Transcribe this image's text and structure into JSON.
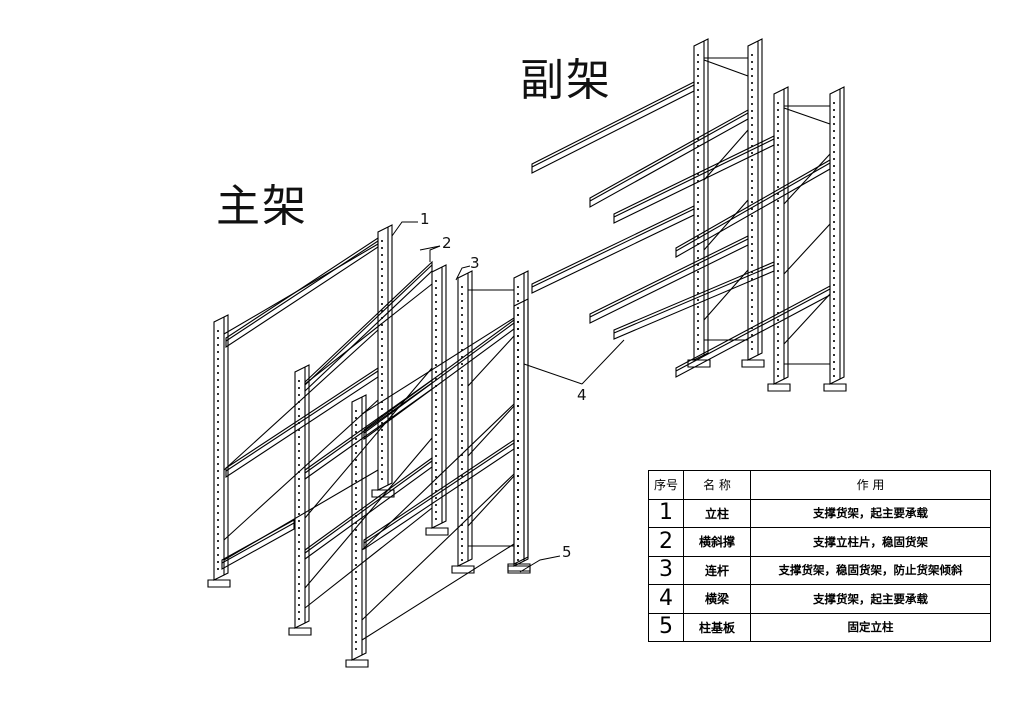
{
  "titles": {
    "main": "主架",
    "sub": "副架"
  },
  "callouts": [
    "1",
    "2",
    "3",
    "4",
    "5"
  ],
  "legend": {
    "headers": {
      "no": "序号",
      "name": "名 称",
      "function": "作 用"
    },
    "rows": [
      {
        "no": "1",
        "name": "立柱",
        "function": "支撑货架，起主要承载"
      },
      {
        "no": "2",
        "name": "横斜撑",
        "function": "支撑立柱片，稳固货架"
      },
      {
        "no": "3",
        "name": "连杆",
        "function": "支撑货架，稳固货架，防止货架倾斜"
      },
      {
        "no": "4",
        "name": "横梁",
        "function": "支撑货架，起主要承载"
      },
      {
        "no": "5",
        "name": "柱基板",
        "function": "固定立柱"
      }
    ]
  },
  "colors": {
    "line": "#000000",
    "background": "#ffffff"
  }
}
